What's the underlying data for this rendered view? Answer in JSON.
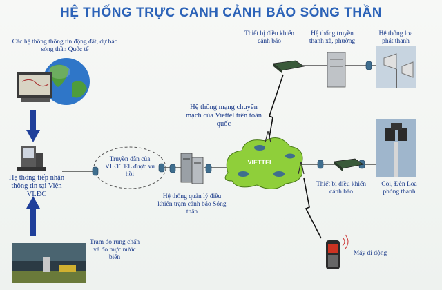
{
  "title": "HỆ THỐNG TRỰC CANH CẢNH BÁO SÓNG THẦN",
  "nodes": {
    "intl_sources": "Các hệ thống thông tin động đất, dự báo sóng thần Quốc tế",
    "receiver": "Hệ thống tiếp nhận thông tin tại Viện VLĐC",
    "seismic_station": "Trạm đo rung chấn và đo mực nước biển",
    "transmission": "Truyền dẫn của VIETTEL được vu hồi",
    "management": "Hệ thống quản lý điều khiển trạm cảnh báo Sóng thần",
    "network": "Hệ thống mạng chuyển mạch của Viettel trên toàn quốc",
    "cloud_label": "VIETTEL",
    "alarm_ctrl_top": "Thiết bị điều khiển cảnh báo",
    "broadcast_sys": "Hệ thống truyền thanh xã, phường",
    "loudspeaker_sys": "Hệ thống loa phát thanh",
    "alarm_ctrl_mid": "Thiết bị điều khiển cảnh báo",
    "siren": "Còi, Đèn Loa phóng thanh",
    "mobile": "Máy di động"
  },
  "colors": {
    "title": "#2c63b8",
    "label": "#1a3a8a",
    "cloud": "#8fcf3a",
    "arrow": "#1f3f9a",
    "line": "#2a2a2a"
  }
}
